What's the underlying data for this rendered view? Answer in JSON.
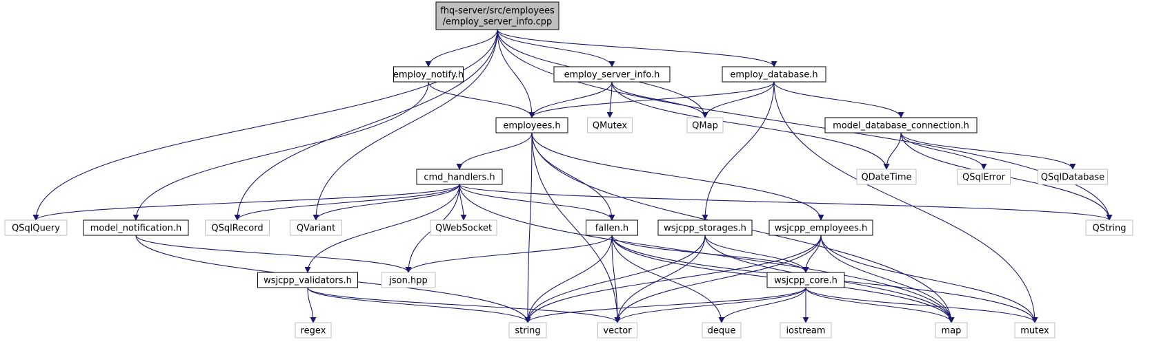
{
  "colors": {
    "edge": "#191970",
    "root_fill": "#bfbfbf",
    "root_border": "#000000",
    "linked_border": "#000000",
    "external_border": "#bfbfbf",
    "node_fill": "#ffffff"
  },
  "nodes": [
    {
      "id": "root",
      "label": "fhq-server/src/employees\n/employ_server_info.cpp",
      "kind": "root"
    },
    {
      "id": "employ_notify",
      "label": "employ_notify.h",
      "kind": "linked"
    },
    {
      "id": "employ_server_info_h",
      "label": "employ_server_info.h",
      "kind": "linked"
    },
    {
      "id": "employ_database",
      "label": "employ_database.h",
      "kind": "linked"
    },
    {
      "id": "employees",
      "label": "employees.h",
      "kind": "linked"
    },
    {
      "id": "qmutex",
      "label": "QMutex",
      "kind": "external"
    },
    {
      "id": "qmap",
      "label": "QMap",
      "kind": "external"
    },
    {
      "id": "model_db_conn",
      "label": "model_database_connection.h",
      "kind": "linked"
    },
    {
      "id": "cmd_handlers",
      "label": "cmd_handlers.h",
      "kind": "linked"
    },
    {
      "id": "qdatetime",
      "label": "QDateTime",
      "kind": "external"
    },
    {
      "id": "qsqlerror",
      "label": "QSqlError",
      "kind": "external"
    },
    {
      "id": "qsqldatabase",
      "label": "QSqlDatabase",
      "kind": "external"
    },
    {
      "id": "qsqlquery",
      "label": "QSqlQuery",
      "kind": "external"
    },
    {
      "id": "model_notification",
      "label": "model_notification.h",
      "kind": "linked"
    },
    {
      "id": "qsqlrecord",
      "label": "QSqlRecord",
      "kind": "external"
    },
    {
      "id": "qvariant",
      "label": "QVariant",
      "kind": "external"
    },
    {
      "id": "qwebsocket",
      "label": "QWebSocket",
      "kind": "external"
    },
    {
      "id": "fallen",
      "label": "fallen.h",
      "kind": "linked"
    },
    {
      "id": "wsjcpp_storages",
      "label": "wsjcpp_storages.h",
      "kind": "linked"
    },
    {
      "id": "wsjcpp_employees",
      "label": "wsjcpp_employees.h",
      "kind": "linked"
    },
    {
      "id": "qstring",
      "label": "QString",
      "kind": "external"
    },
    {
      "id": "wsjcpp_validators",
      "label": "wsjcpp_validators.h",
      "kind": "linked"
    },
    {
      "id": "json_hpp",
      "label": "json.hpp",
      "kind": "external"
    },
    {
      "id": "wsjcpp_core",
      "label": "wsjcpp_core.h",
      "kind": "linked"
    },
    {
      "id": "regex",
      "label": "regex",
      "kind": "external"
    },
    {
      "id": "string",
      "label": "string",
      "kind": "external"
    },
    {
      "id": "vector",
      "label": "vector",
      "kind": "external"
    },
    {
      "id": "deque",
      "label": "deque",
      "kind": "external"
    },
    {
      "id": "iostream",
      "label": "iostream",
      "kind": "external"
    },
    {
      "id": "map",
      "label": "map",
      "kind": "external"
    },
    {
      "id": "mutex",
      "label": "mutex",
      "kind": "external"
    }
  ],
  "edges": [
    [
      "root",
      "employ_notify"
    ],
    [
      "root",
      "employ_server_info_h"
    ],
    [
      "root",
      "employ_database"
    ],
    [
      "root",
      "employees"
    ],
    [
      "root",
      "qmap"
    ],
    [
      "root",
      "qsqlquery"
    ],
    [
      "root",
      "qsqlrecord"
    ],
    [
      "root",
      "qvariant"
    ],
    [
      "root",
      "qstring"
    ],
    [
      "employ_notify",
      "employees"
    ],
    [
      "employ_notify",
      "model_notification"
    ],
    [
      "employ_server_info_h",
      "employees"
    ],
    [
      "employ_server_info_h",
      "qmutex"
    ],
    [
      "employ_server_info_h",
      "qmap"
    ],
    [
      "employ_server_info_h",
      "qdatetime"
    ],
    [
      "employ_database",
      "employees"
    ],
    [
      "employ_database",
      "qmap"
    ],
    [
      "employ_database",
      "model_db_conn"
    ],
    [
      "employ_database",
      "wsjcpp_storages"
    ],
    [
      "employ_database",
      "mutex"
    ],
    [
      "employees",
      "cmd_handlers"
    ],
    [
      "employees",
      "fallen"
    ],
    [
      "employees",
      "wsjcpp_employees"
    ],
    [
      "employees",
      "string"
    ],
    [
      "employees",
      "vector"
    ],
    [
      "employees",
      "map"
    ],
    [
      "model_db_conn",
      "qdatetime"
    ],
    [
      "model_db_conn",
      "qsqlerror"
    ],
    [
      "model_db_conn",
      "qsqldatabase"
    ],
    [
      "model_db_conn",
      "qstring"
    ],
    [
      "cmd_handlers",
      "qsqlquery"
    ],
    [
      "cmd_handlers",
      "qsqlrecord"
    ],
    [
      "cmd_handlers",
      "qvariant"
    ],
    [
      "cmd_handlers",
      "qwebsocket"
    ],
    [
      "cmd_handlers",
      "json_hpp"
    ],
    [
      "cmd_handlers",
      "wsjcpp_validators"
    ],
    [
      "cmd_handlers",
      "fallen"
    ],
    [
      "cmd_handlers",
      "qstring"
    ],
    [
      "cmd_handlers",
      "map"
    ],
    [
      "model_notification",
      "json_hpp"
    ],
    [
      "model_notification",
      "string"
    ],
    [
      "fallen",
      "json_hpp"
    ],
    [
      "fallen",
      "string"
    ],
    [
      "fallen",
      "vector"
    ],
    [
      "fallen",
      "deque"
    ],
    [
      "fallen",
      "wsjcpp_core"
    ],
    [
      "fallen",
      "map"
    ],
    [
      "fallen",
      "mutex"
    ],
    [
      "wsjcpp_storages",
      "wsjcpp_core"
    ],
    [
      "wsjcpp_storages",
      "string"
    ],
    [
      "wsjcpp_storages",
      "vector"
    ],
    [
      "wsjcpp_storages",
      "map"
    ],
    [
      "wsjcpp_employees",
      "wsjcpp_core"
    ],
    [
      "wsjcpp_employees",
      "string"
    ],
    [
      "wsjcpp_employees",
      "vector"
    ],
    [
      "wsjcpp_employees",
      "map"
    ],
    [
      "wsjcpp_employees",
      "mutex"
    ],
    [
      "wsjcpp_validators",
      "regex"
    ],
    [
      "wsjcpp_validators",
      "string"
    ],
    [
      "wsjcpp_validators",
      "vector"
    ],
    [
      "wsjcpp_core",
      "string"
    ],
    [
      "wsjcpp_core",
      "vector"
    ],
    [
      "wsjcpp_core",
      "deque"
    ],
    [
      "wsjcpp_core",
      "iostream"
    ],
    [
      "wsjcpp_core",
      "map"
    ],
    [
      "wsjcpp_core",
      "mutex"
    ]
  ]
}
